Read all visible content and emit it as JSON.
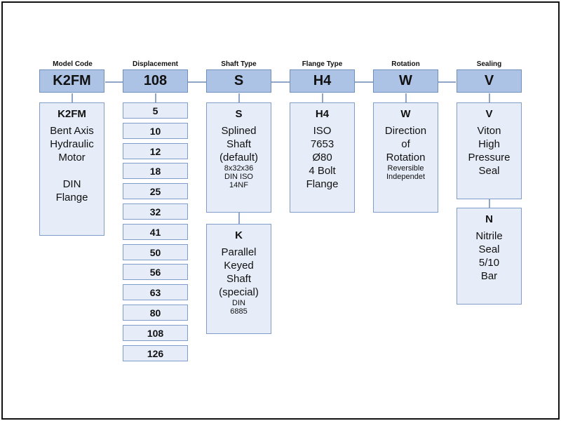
{
  "headers": {
    "model_code": "Model Code",
    "displacement": "Displacement",
    "shaft_type": "Shaft Type",
    "flange_type": "Flange Type",
    "rotation": "Rotation",
    "sealing": "Sealing"
  },
  "codes": {
    "model_code": "K2FM",
    "displacement": "108",
    "shaft_type": "S",
    "flange_type": "H4",
    "rotation": "W",
    "sealing": "V"
  },
  "model": {
    "title": "K2FM",
    "desc": "Bent Axis\nHydraulic\nMotor\n\nDIN\nFlange"
  },
  "displacement_options": [
    "5",
    "10",
    "12",
    "18",
    "25",
    "32",
    "41",
    "50",
    "56",
    "63",
    "80",
    "108",
    "126"
  ],
  "shaft": {
    "s": {
      "title": "S",
      "desc": "Splined\nShaft\n(default)",
      "note": "8x32x36\nDIN ISO\n14NF"
    },
    "k": {
      "title": "K",
      "desc": "Parallel\nKeyed\nShaft\n(special)",
      "note": "DIN\n6885"
    }
  },
  "flange": {
    "title": "H4",
    "desc": "ISO\n7653\nØ80\n4 Bolt\nFlange"
  },
  "rotation": {
    "title": "W",
    "desc": "Direction\nof\nRotation",
    "note": "Reversible\nIndependet"
  },
  "sealing": {
    "v": {
      "title": "V",
      "desc": "Viton\nHigh\nPressure\nSeal"
    },
    "n": {
      "title": "N",
      "desc": "Nitrile\nSeal\n5/10\nBar"
    }
  },
  "colors": {
    "code_fill": "#adc3e6",
    "box_fill": "#e6edf8",
    "border": "#7f9dc8"
  }
}
